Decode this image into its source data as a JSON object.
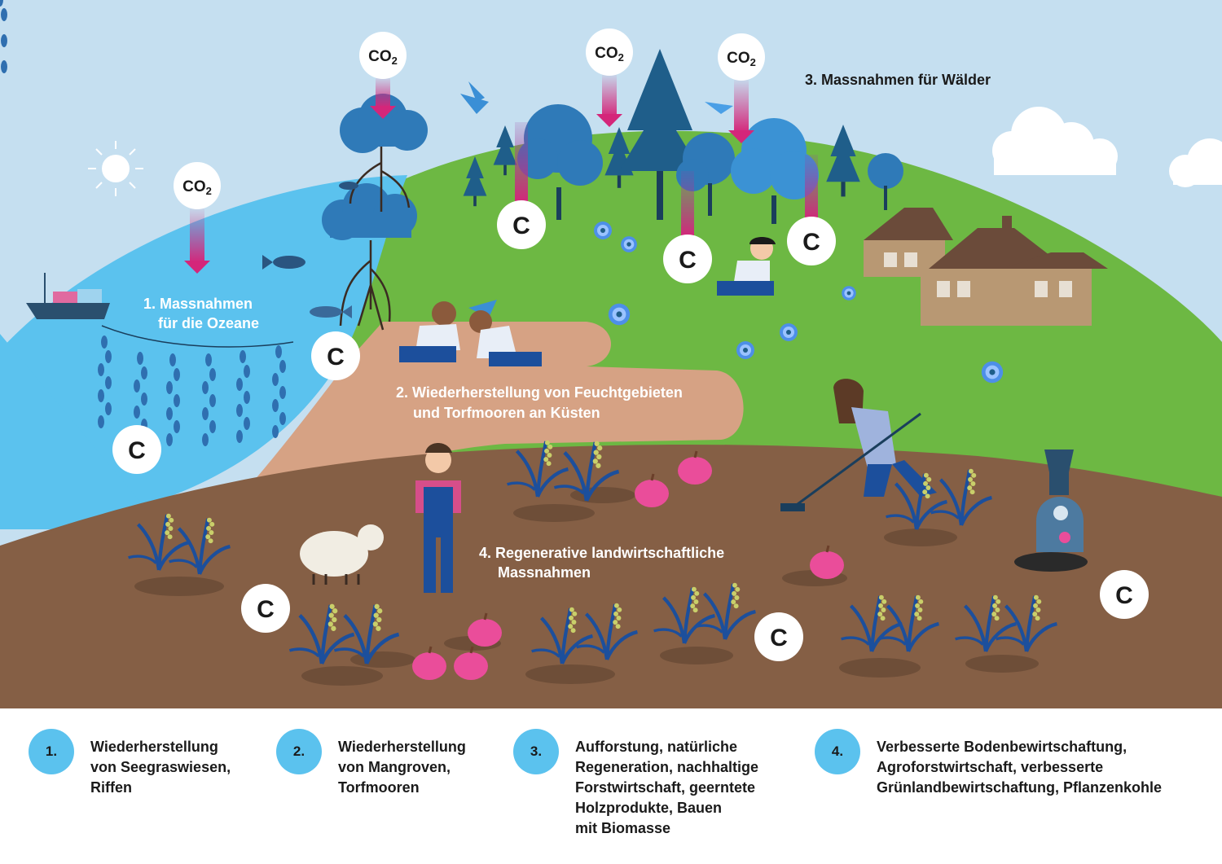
{
  "scene": {
    "labels": {
      "oceans": [
        "1. Massnahmen",
        "für die Ozeane"
      ],
      "wetlands": [
        "2. Wiederherstellung von Feuchtgebieten",
        "und Torfmooren an Küsten"
      ],
      "forests": [
        "3. Massnahmen für Wälder"
      ],
      "agriculture": [
        "4. Regenerative landwirtschaftliche",
        "Massnahmen"
      ]
    },
    "co2_badge": {
      "main": "CO",
      "sub": "2"
    },
    "carbon_badge": "C",
    "colors": {
      "sky": "#c5dff0",
      "ocean": "#5bc2ee",
      "grass": "#6db843",
      "soil": "#855f45",
      "sand": "#d6a284",
      "tree_blue": "#2f7ab8",
      "pine": "#1f5e8a",
      "arrow_pink": "#d4267a",
      "pumpkin": "#ea4d9a"
    }
  },
  "legend": [
    {
      "num": "1.",
      "lines": [
        "Wiederherstellung",
        "von Seegraswiesen,",
        "Riffen"
      ]
    },
    {
      "num": "2.",
      "lines": [
        "Wiederherstellung",
        "von Mangroven,",
        "Torfmooren"
      ]
    },
    {
      "num": "3.",
      "lines": [
        "Aufforstung, natürliche",
        "Regeneration, nachhaltige",
        "Forstwirtschaft, geerntete",
        "Holzprodukte, Bauen",
        "mit Biomasse"
      ]
    },
    {
      "num": "4.",
      "lines": [
        "Verbesserte Bodenbewirtschaftung,",
        "Agroforstwirtschaft, verbesserte",
        "Grünlandbewirtschaftung, Pflanzenkohle"
      ]
    }
  ]
}
